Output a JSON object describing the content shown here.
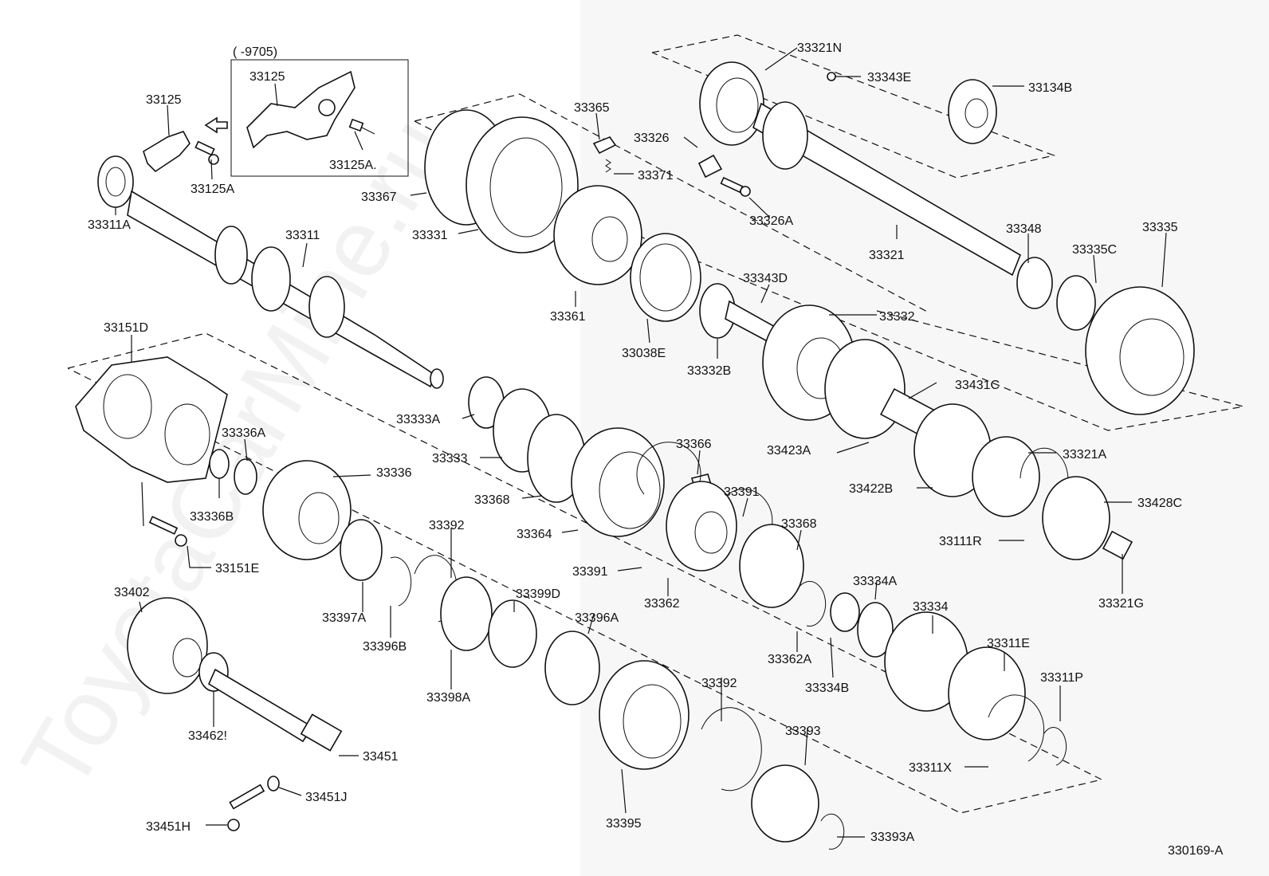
{
  "watermark": "ToyotaCarMine.ru",
  "diagram_code": "330169-A",
  "inset_date": "(      -9705)",
  "colors": {
    "line": "#111111",
    "right_panel_bg": "#f7f7f7"
  },
  "callouts": [
    {
      "id": "33125",
      "text": "33125"
    },
    {
      "id": "33125a",
      "text": "33125A"
    },
    {
      "id": "33125_inset",
      "text": "33125"
    },
    {
      "id": "33125a_inset",
      "text": "33125A."
    },
    {
      "id": "33311a",
      "text": "33311A"
    },
    {
      "id": "33311",
      "text": "33311"
    },
    {
      "id": "33151d",
      "text": "33151D"
    },
    {
      "id": "33336a",
      "text": "33336A"
    },
    {
      "id": "33336",
      "text": "33336"
    },
    {
      "id": "33336b",
      "text": "33336B"
    },
    {
      "id": "33151e",
      "text": "33151E"
    },
    {
      "id": "33402",
      "text": "33402"
    },
    {
      "id": "33462",
      "text": "33462!"
    },
    {
      "id": "33451",
      "text": "33451"
    },
    {
      "id": "33451j",
      "text": "33451J"
    },
    {
      "id": "33451h",
      "text": "33451H"
    },
    {
      "id": "33367",
      "text": "33367"
    },
    {
      "id": "33331",
      "text": "33331"
    },
    {
      "id": "33365",
      "text": "33365"
    },
    {
      "id": "33371",
      "text": "33371"
    },
    {
      "id": "33361",
      "text": "33361"
    },
    {
      "id": "33038e",
      "text": "33038E"
    },
    {
      "id": "33326",
      "text": "33326"
    },
    {
      "id": "33326a",
      "text": "33326A"
    },
    {
      "id": "33343d",
      "text": "33343D"
    },
    {
      "id": "33332",
      "text": "33332"
    },
    {
      "id": "33332b",
      "text": "33332B"
    },
    {
      "id": "33333a",
      "text": "33333A"
    },
    {
      "id": "33333",
      "text": "33333"
    },
    {
      "id": "33368a",
      "text": "33368"
    },
    {
      "id": "33364",
      "text": "33364"
    },
    {
      "id": "33366",
      "text": "33366"
    },
    {
      "id": "33391a",
      "text": "33391"
    },
    {
      "id": "33391b",
      "text": "33391"
    },
    {
      "id": "33362",
      "text": "33362"
    },
    {
      "id": "33368b",
      "text": "33368"
    },
    {
      "id": "33362a",
      "text": "33362A"
    },
    {
      "id": "33392a",
      "text": "33392"
    },
    {
      "id": "33397a",
      "text": "33397A"
    },
    {
      "id": "33396b",
      "text": "33396B"
    },
    {
      "id": "33399d",
      "text": "33399D"
    },
    {
      "id": "33398a",
      "text": "33398A"
    },
    {
      "id": "33396a",
      "text": "33396A"
    },
    {
      "id": "33395",
      "text": "33395"
    },
    {
      "id": "33392b",
      "text": "33392"
    },
    {
      "id": "33393",
      "text": "33393"
    },
    {
      "id": "33393a",
      "text": "33393A"
    },
    {
      "id": "33321n",
      "text": "33321N"
    },
    {
      "id": "33343e",
      "text": "33343E"
    },
    {
      "id": "33134b",
      "text": "33134B"
    },
    {
      "id": "33321",
      "text": "33321"
    },
    {
      "id": "33348",
      "text": "33348"
    },
    {
      "id": "33335c",
      "text": "33335C"
    },
    {
      "id": "33335",
      "text": "33335"
    },
    {
      "id": "33431c",
      "text": "33431C"
    },
    {
      "id": "33423a",
      "text": "33423A"
    },
    {
      "id": "33321a",
      "text": "33321A"
    },
    {
      "id": "33422b",
      "text": "33422B"
    },
    {
      "id": "33428c",
      "text": "33428C"
    },
    {
      "id": "33111r",
      "text": "33111R"
    },
    {
      "id": "33321g",
      "text": "33321G"
    },
    {
      "id": "33334a",
      "text": "33334A"
    },
    {
      "id": "33334",
      "text": "33334"
    },
    {
      "id": "33334b",
      "text": "33334B"
    },
    {
      "id": "33311e",
      "text": "33311E"
    },
    {
      "id": "33311p",
      "text": "33311P"
    },
    {
      "id": "33311x",
      "text": "33311X"
    }
  ]
}
